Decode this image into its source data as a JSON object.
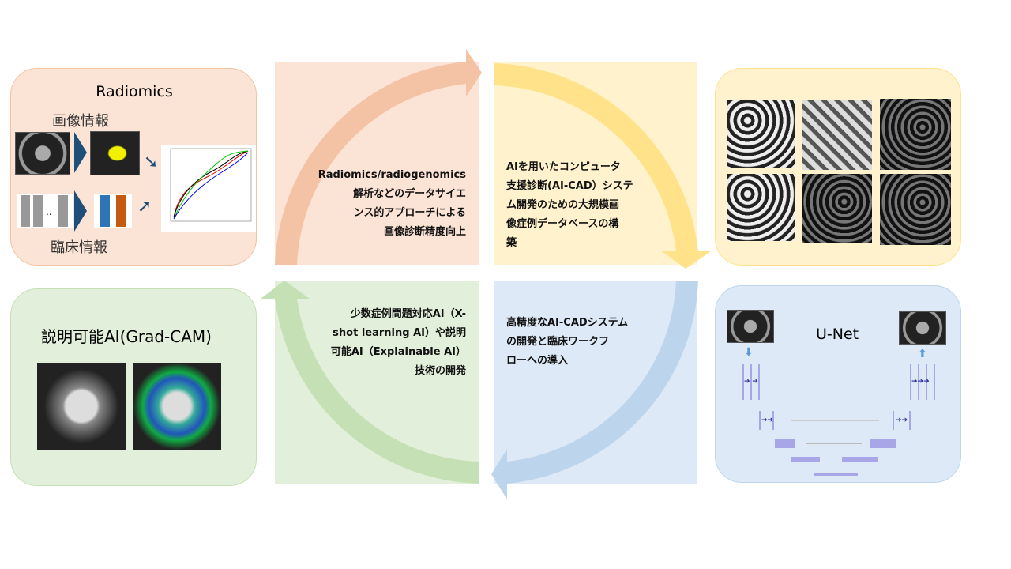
{
  "radiomics_panel": {
    "title": "Radiomics",
    "image_label": "画像情報",
    "clinical_label": "臨床情報"
  },
  "xai_panel": {
    "title": "説明可能AI(Grad-CAM)"
  },
  "unet_panel": {
    "title": "U-Net"
  },
  "cycle": {
    "top_left": [
      "Radiomics/radiogenomics",
      "解析などのデータサイエ",
      "ンス的アプローチによる",
      "画像診断精度向上"
    ],
    "top_right": [
      "AIを用いたコンピュータ",
      "支援診断(AI-CAD）システ",
      "ム開発のための大規模画",
      "像症例データベースの構",
      "築"
    ],
    "bottom_left": [
      "少数症例問題対応AI（X-",
      "shot learning AI）や説明",
      "可能AI（Explainable AI）",
      "技術の開発"
    ],
    "bottom_right": [
      "高精度なAI-CADシステム",
      "の開発と臨床ワークフ",
      "ローへの導入"
    ]
  },
  "colors": {
    "orange": "#f4c2a4",
    "yellow": "#ffe28a",
    "blue": "#bcd5ec",
    "green": "#c5e0b4"
  }
}
